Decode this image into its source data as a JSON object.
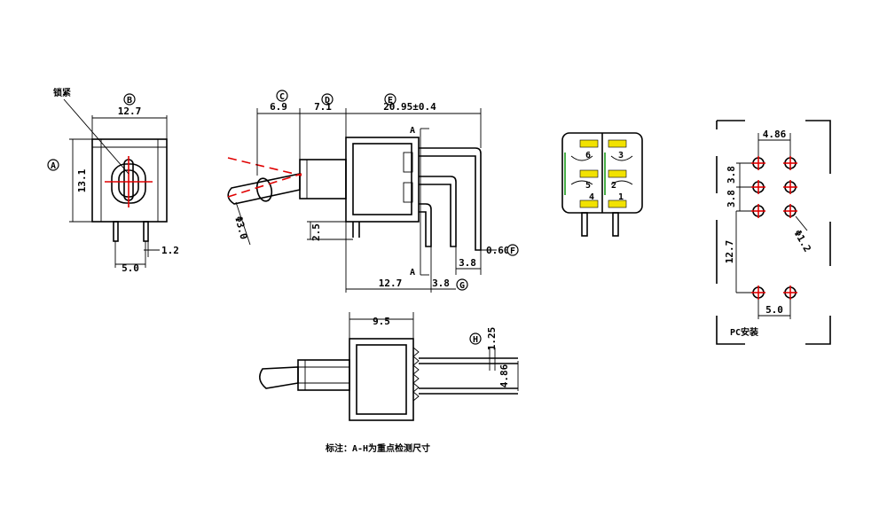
{
  "front_view": {
    "callout": "锁紧",
    "label_b": "B",
    "label_a": "A",
    "width": "12.7",
    "height": "13.1",
    "pin_spacing": "5.0",
    "pin_width": "1.2"
  },
  "side_view": {
    "label_c": "C",
    "label_d": "D",
    "label_e": "E",
    "label_f": "F",
    "label_g": "G",
    "lever_length": "6.9",
    "bushing_length": "7.1",
    "body_length": "20.95±0.4",
    "section_mark": "A",
    "lever_dia": "Φ3.0",
    "lever_offset": "2.5",
    "bottom_length": "12.7",
    "pin_pitch_1": "3.8",
    "pin_pitch_2": "3.8",
    "pin_thickness": "0.60"
  },
  "section_view": {
    "terminals": [
      "6",
      "3",
      "5",
      "2",
      "4",
      "1"
    ]
  },
  "pcb_layout": {
    "top_spacing": "4.86",
    "row_spacing_1": "3.8",
    "row_spacing_2": "3.8",
    "hole_size": "Φ1.2",
    "mount_spacing": "12.7",
    "bottom_spacing": "5.0",
    "caption": "PC安装"
  },
  "top_view": {
    "label_h": "H",
    "width": "9.5",
    "pin_width": "1.25",
    "pin_span": "4.86"
  },
  "footnote": "标注：A-H为重点检测尺寸"
}
